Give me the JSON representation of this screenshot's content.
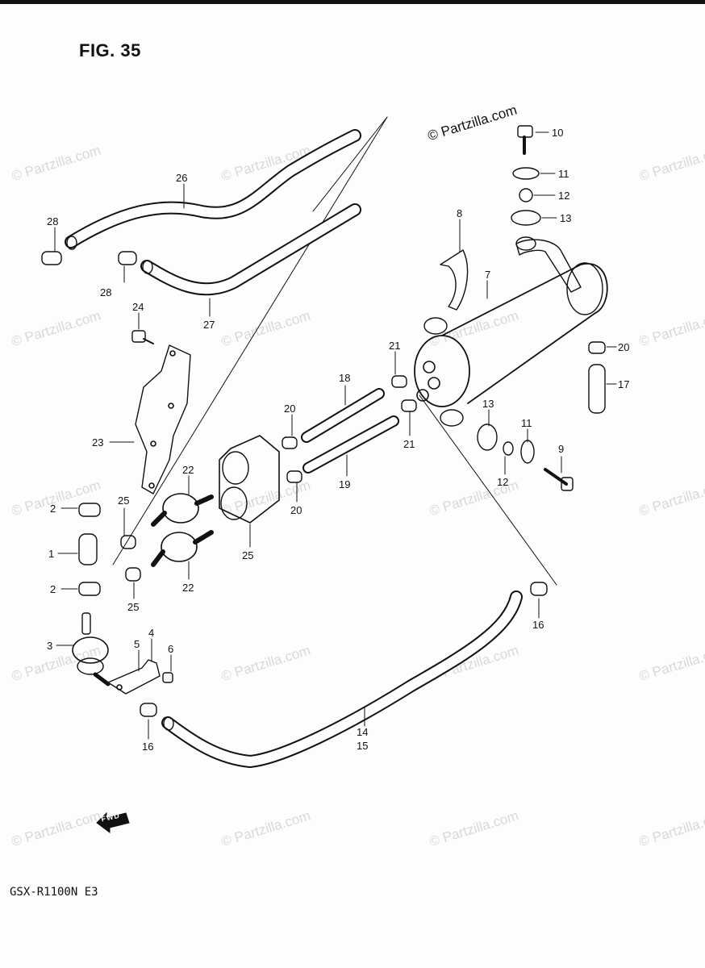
{
  "figure": {
    "title": "FIG. 35",
    "model": "GSX-R1100N E3",
    "copyright": "© Partzilla.com",
    "watermark": "© Partzilla.com",
    "fwd_label": "FWD"
  },
  "callouts": [
    "1",
    "2",
    "2",
    "3",
    "4",
    "5",
    "6",
    "7",
    "8",
    "9",
    "10",
    "11",
    "11",
    "12",
    "12",
    "13",
    "13",
    "14",
    "15",
    "16",
    "16",
    "17",
    "18",
    "19",
    "20",
    "20",
    "20",
    "21",
    "21",
    "22",
    "22",
    "23",
    "24",
    "25",
    "25",
    "25",
    "26",
    "27",
    "28",
    "28"
  ]
}
